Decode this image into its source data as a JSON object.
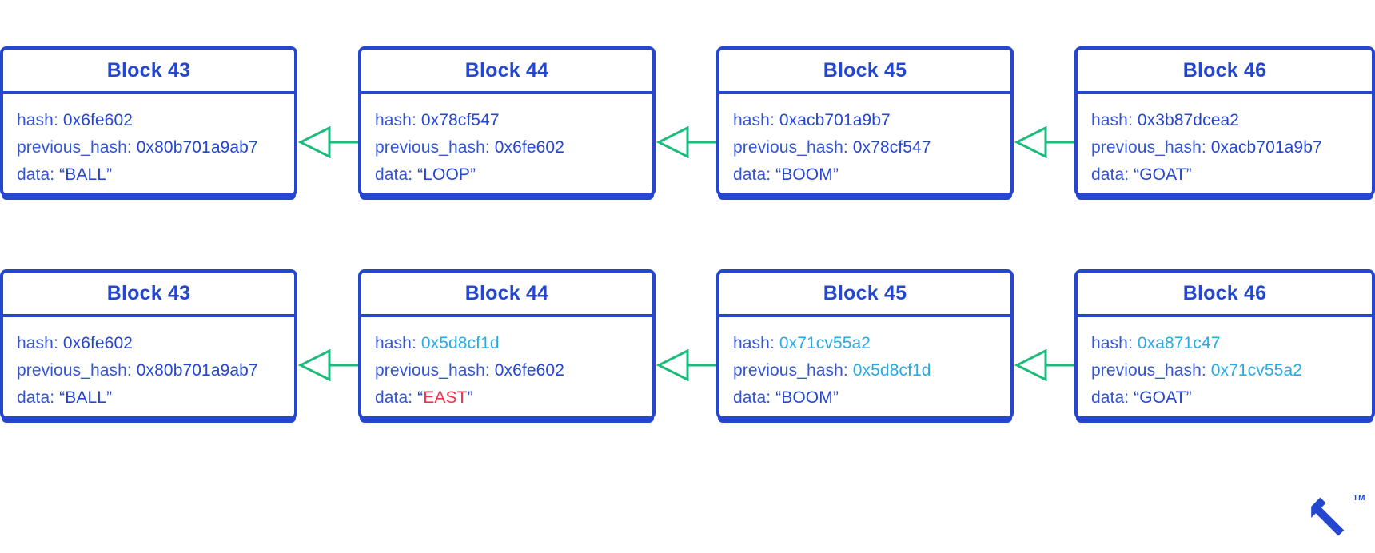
{
  "diagram": {
    "title": "Blockchain tamper propagation diagram",
    "colors": {
      "block_border": "#2547d0",
      "block_title": "#2547d0",
      "field_label": "#3456d4",
      "value_default": "#2547d0",
      "value_recomputed": "#29abe2",
      "value_tampered": "#f2314b",
      "arrow": "#1abc7b",
      "background": "#ffffff"
    },
    "labels": {
      "hash": "hash:",
      "previous_hash": "previous_hash:",
      "data": "data:"
    },
    "arrow_icon": "arrow-left-icon",
    "rows": [
      {
        "name": "valid-chain",
        "blocks": [
          {
            "title": "Block 43",
            "hash": "0x6fe602",
            "hash_state": "default",
            "previous_hash": "0x80b701a9ab7",
            "previous_hash_state": "default",
            "data": "“BALL”",
            "data_state": "default"
          },
          {
            "title": "Block 44",
            "hash": "0x78cf547",
            "hash_state": "default",
            "previous_hash": "0x6fe602",
            "previous_hash_state": "default",
            "data": "“LOOP”",
            "data_state": "default"
          },
          {
            "title": "Block 45",
            "hash": "0xacb701a9b7",
            "hash_state": "default",
            "previous_hash": "0x78cf547",
            "previous_hash_state": "default",
            "data": "“BOOM”",
            "data_state": "default"
          },
          {
            "title": "Block 46",
            "hash": "0x3b87dcea2",
            "hash_state": "default",
            "previous_hash": "0xacb701a9b7",
            "previous_hash_state": "default",
            "data": "“GOAT”",
            "data_state": "default"
          }
        ]
      },
      {
        "name": "tampered-chain",
        "blocks": [
          {
            "title": "Block 43",
            "hash": "0x6fe602",
            "hash_state": "default",
            "previous_hash": "0x80b701a9ab7",
            "previous_hash_state": "default",
            "data": "“BALL”",
            "data_state": "default"
          },
          {
            "title": "Block 44",
            "hash": "0x5d8cf1d",
            "hash_state": "recomputed",
            "previous_hash": "0x6fe602",
            "previous_hash_state": "default",
            "data_open_quote": "“",
            "data_value": "EAST",
            "data_close_quote": "”",
            "data_state": "tampered"
          },
          {
            "title": "Block 45",
            "hash": "0x71cv55a2",
            "hash_state": "recomputed",
            "previous_hash": "0x5d8cf1d",
            "previous_hash_state": "recomputed",
            "data": "“BOOM”",
            "data_state": "default"
          },
          {
            "title": "Block 46",
            "hash": "0xa871c47",
            "hash_state": "recomputed",
            "previous_hash": "0x71cv55a2",
            "previous_hash_state": "recomputed",
            "data": "“GOAT”",
            "data_state": "default"
          }
        ]
      }
    ]
  },
  "brand": {
    "name": "toptal-logo",
    "trademark": "TM"
  }
}
